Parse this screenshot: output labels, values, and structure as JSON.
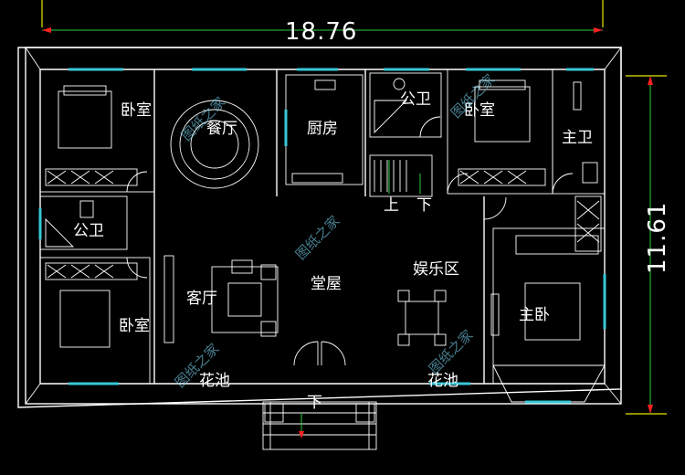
{
  "plan": {
    "dimensions": {
      "width": "18.76",
      "height": "11.61"
    },
    "rooms": {
      "bedroom_top_left": "卧室",
      "dining": "餐厅",
      "kitchen": "厨房",
      "public_bath_top": "公卫",
      "bedroom_top_right": "卧室",
      "master_bath": "主卫",
      "public_bath_left": "公卫",
      "living": "客厅",
      "hall": "堂屋",
      "entertainment": "娱乐区",
      "master_bedroom": "主卧",
      "bedroom_bottom_left": "卧室",
      "planter_left": "花池",
      "planter_right": "花池"
    },
    "stairs": {
      "up": "上",
      "down": "下"
    },
    "entrance_steps": "下",
    "watermark": "图纸之家"
  },
  "colors": {
    "background": "#000000",
    "walls": "#ffffff",
    "dimension_lines": "#e8e800",
    "windows": "#37c8d8",
    "markers": "#ff2020"
  }
}
